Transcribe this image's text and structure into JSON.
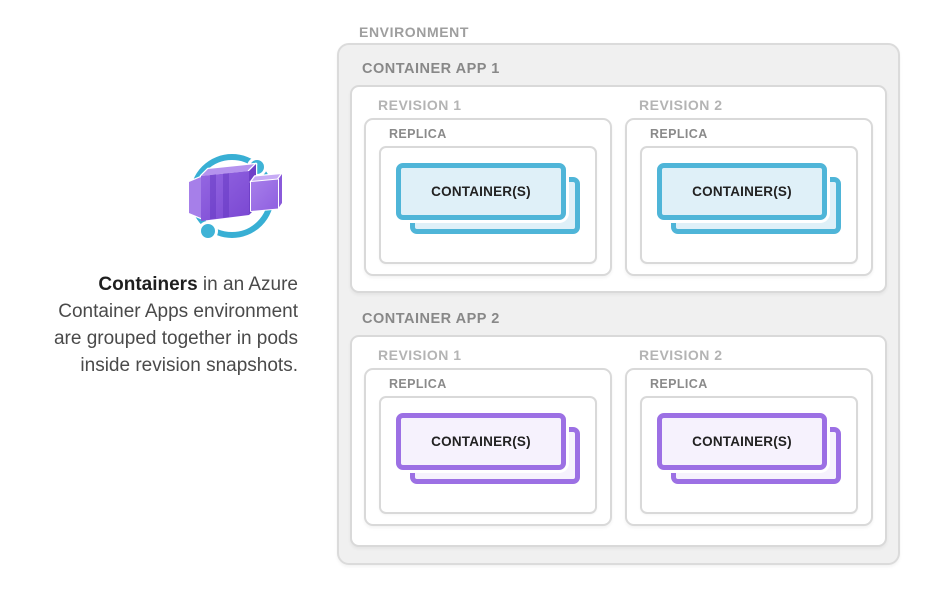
{
  "colors": {
    "teal_border": "#4FB5D8",
    "teal_fill": "#DFF0F8",
    "purple_border": "#9C70E4",
    "purple_fill": "#F6F2FD",
    "box_border": "#D9D9D9",
    "env_fill": "#F0F0F0",
    "env_border": "#DBDBDB"
  },
  "icon": {
    "name": "azure-container-apps-icon"
  },
  "caption": {
    "bold": "Containers",
    "line1_rest": " in an Azure",
    "line2": "Container Apps environment",
    "line3": "are grouped together in pods",
    "line4": "inside revision snapshots."
  },
  "diagram": {
    "environment_label": "ENVIRONMENT",
    "apps": [
      {
        "label": "CONTAINER APP 1",
        "accent": "teal",
        "revisions": [
          {
            "label": "REVISION 1",
            "replica_label": "REPLICA",
            "container_label": "CONTAINER(S)"
          },
          {
            "label": "REVISION 2",
            "replica_label": "REPLICA",
            "container_label": "CONTAINER(S)"
          }
        ]
      },
      {
        "label": "CONTAINER APP 2",
        "accent": "purple",
        "revisions": [
          {
            "label": "REVISION 1",
            "replica_label": "REPLICA",
            "container_label": "CONTAINER(S)"
          },
          {
            "label": "REVISION 2",
            "replica_label": "REPLICA",
            "container_label": "CONTAINER(S)"
          }
        ]
      }
    ]
  }
}
